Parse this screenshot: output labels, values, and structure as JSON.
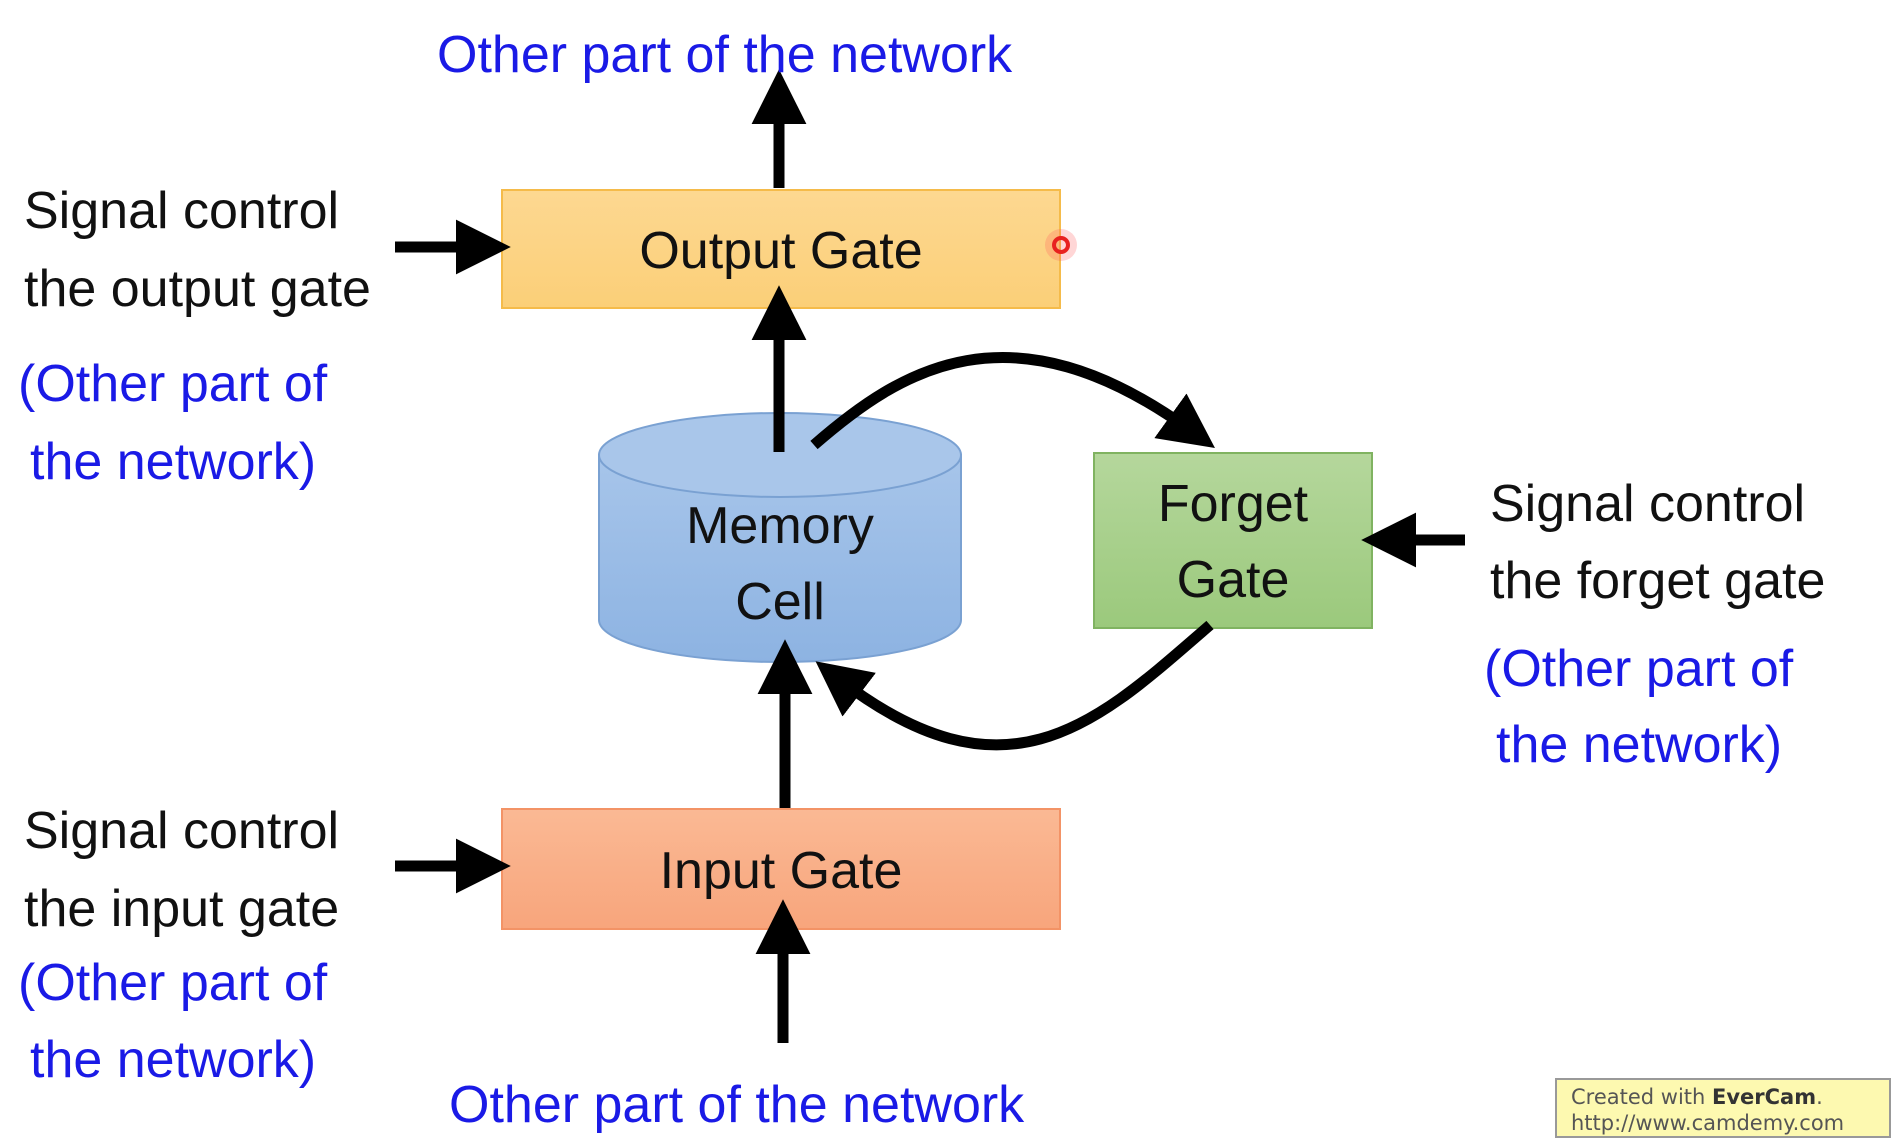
{
  "title": "LSTM memory cell diagram",
  "nodes": {
    "output_gate": {
      "label": "Output Gate",
      "color": "#fdd891"
    },
    "memory_cell": {
      "line1": "Memory",
      "line2": "Cell",
      "color": "#94b8e3"
    },
    "forget_gate": {
      "line1": "Forget",
      "line2": "Gate",
      "color": "#a9d18e"
    },
    "input_gate": {
      "label": "Input Gate",
      "color": "#f9b08c"
    }
  },
  "labels": {
    "top_network": "Other part of the network",
    "bottom_network": "Other part of the network",
    "output_signal": {
      "line1": "Signal control",
      "line2": "the output gate",
      "paren1": "(Other part of",
      "paren2": "the network)"
    },
    "forget_signal": {
      "line1": "Signal control",
      "line2": "the forget gate",
      "paren1": "(Other part of",
      "paren2": "the network)"
    },
    "input_signal": {
      "line1": "Signal control",
      "line2": "the input gate",
      "paren1": "(Other part of",
      "paren2": "the network)"
    }
  },
  "watermark": {
    "prefix": "Created with ",
    "brand": "EverCam",
    "suffix": ".",
    "url": "http://www.camdemy.com"
  },
  "colors": {
    "blue_text": "#1a1ae6",
    "cursor": "#e8211f"
  }
}
